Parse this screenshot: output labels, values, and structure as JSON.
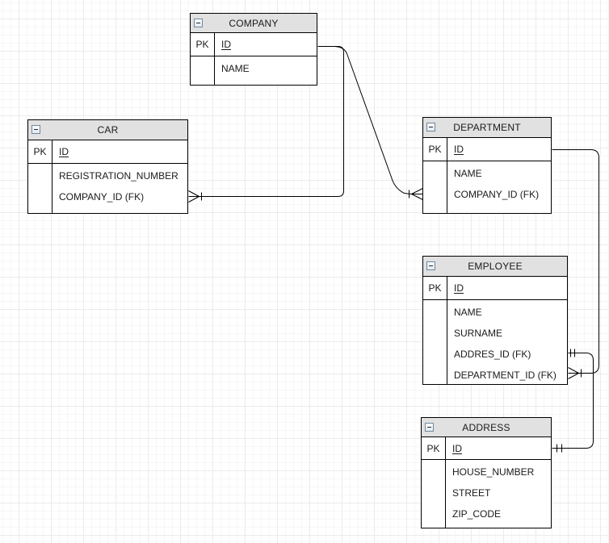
{
  "entities": [
    {
      "name": "COMPANY",
      "pk_label": "PK",
      "pk_field": "ID",
      "fields": [
        "NAME"
      ]
    },
    {
      "name": "CAR",
      "pk_label": "PK",
      "pk_field": "ID",
      "fields": [
        "REGISTRATION_NUMBER",
        "COMPANY_ID (FK)"
      ]
    },
    {
      "name": "DEPARTMENT",
      "pk_label": "PK",
      "pk_field": "ID",
      "fields": [
        "NAME",
        "COMPANY_ID (FK)"
      ]
    },
    {
      "name": "EMPLOYEE",
      "pk_label": "PK",
      "pk_field": "ID",
      "fields": [
        "NAME",
        "SURNAME",
        "ADDRES_ID (FK)",
        "DEPARTMENT_ID (FK)"
      ]
    },
    {
      "name": "ADDRESS",
      "pk_label": "PK",
      "pk_field": "ID",
      "fields": [
        "HOUSE_NUMBER",
        "STREET",
        "ZIP_CODE"
      ]
    }
  ],
  "relationships": [
    {
      "from": "COMPANY.ID",
      "to": "CAR.COMPANY_ID (FK)",
      "cardinality": "one-to-many"
    },
    {
      "from": "COMPANY.ID",
      "to": "DEPARTMENT.COMPANY_ID (FK)",
      "cardinality": "one-to-many"
    },
    {
      "from": "DEPARTMENT.ID",
      "to": "EMPLOYEE.DEPARTMENT_ID (FK)",
      "cardinality": "one-to-many"
    },
    {
      "from": "ADDRESS.ID",
      "to": "EMPLOYEE.ADDRES_ID (FK)",
      "cardinality": "one-to-one"
    }
  ],
  "icons": {
    "collapse": "minus-box"
  },
  "colors": {
    "header_bg": "#e1e1e1",
    "border": "#000000",
    "text": "#1a1a1a",
    "canvas": "#ffffff",
    "grid_minor": "#f6f6f6",
    "grid_major": "#ebebeb"
  }
}
